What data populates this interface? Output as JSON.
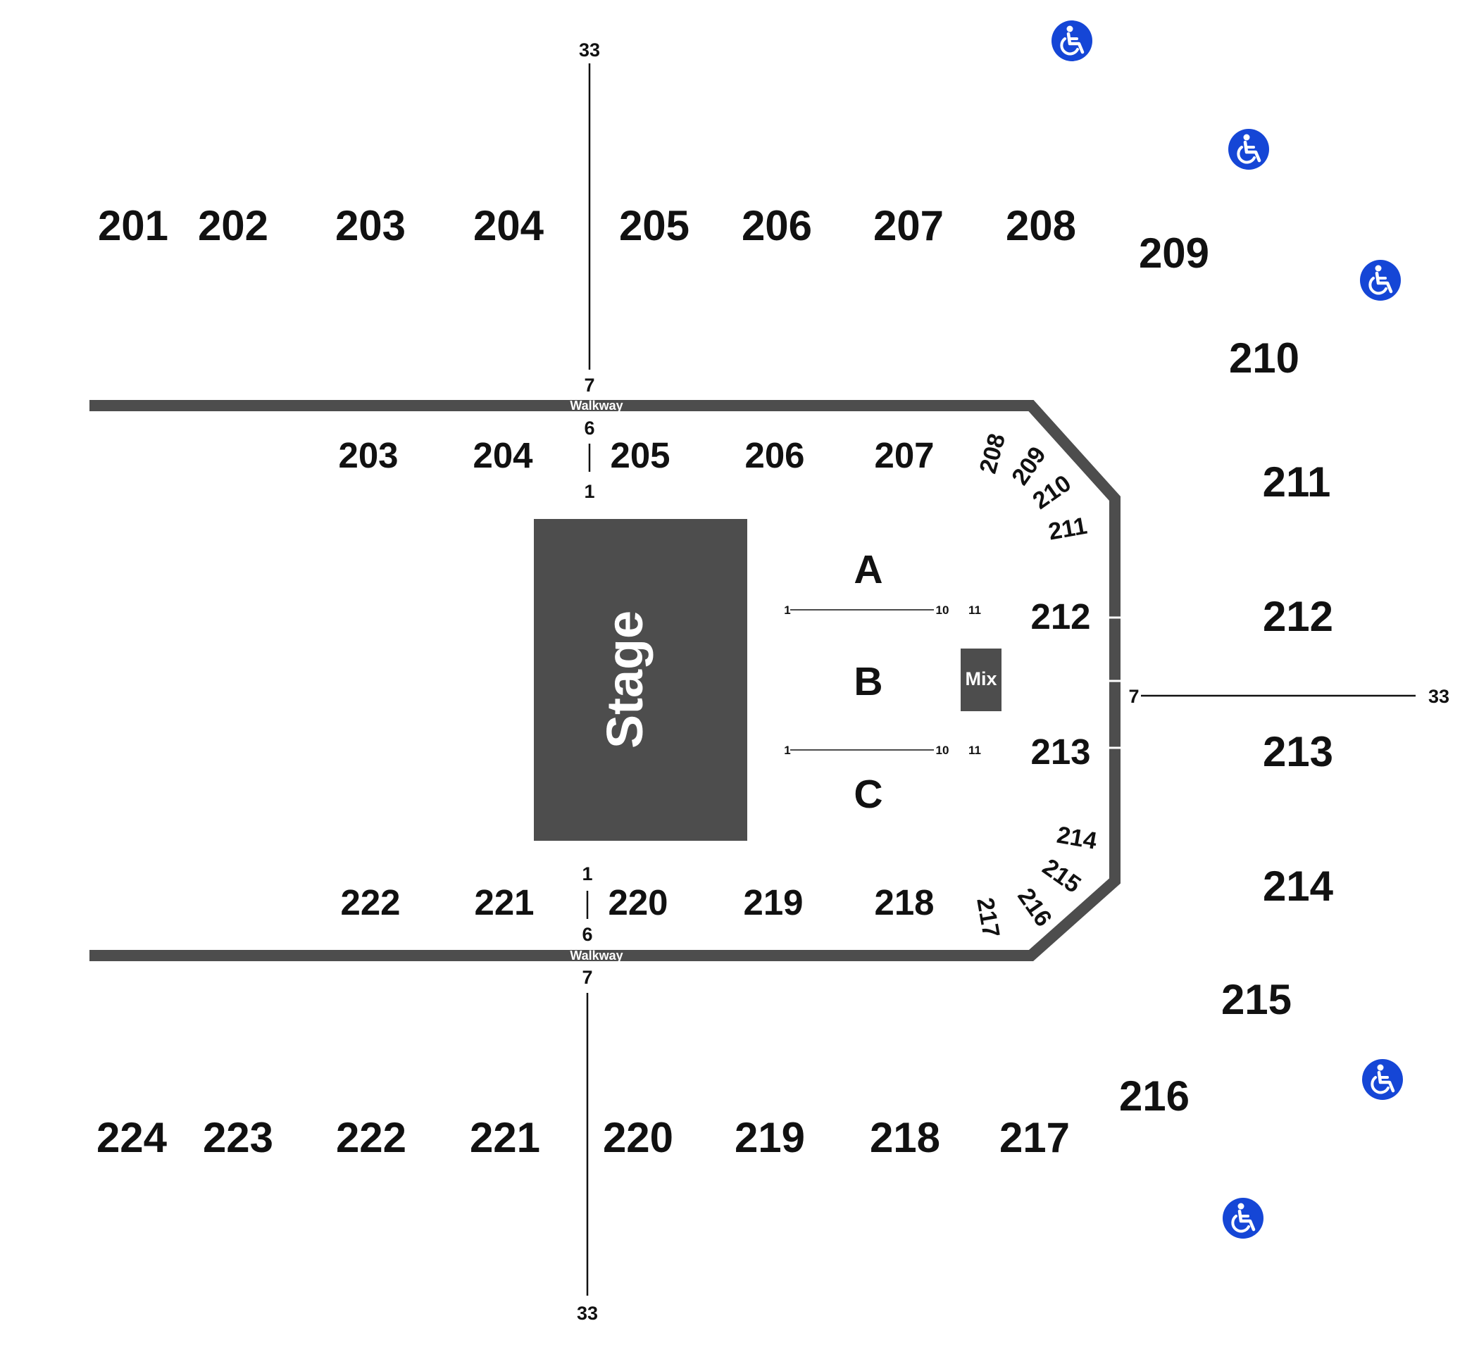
{
  "colors": {
    "wall": "#4d4d4d",
    "stage": "#4d4d4d",
    "accessible": "#1546d6",
    "text": "#111111"
  },
  "icons": {
    "accessible": "wheelchair-icon"
  },
  "stage": {
    "label": "Stage"
  },
  "mix": {
    "label": "Mix"
  },
  "walkway": {
    "top_label": "Walkway",
    "bottom_label": "Walkway"
  },
  "upper_sections": {
    "top": [
      "201",
      "202",
      "203",
      "204",
      "205",
      "206",
      "207",
      "208",
      "209",
      "210"
    ],
    "right": [
      "211",
      "212",
      "213",
      "214",
      "215",
      "216"
    ],
    "bottom": [
      "224",
      "223",
      "222",
      "221",
      "220",
      "219",
      "218",
      "217"
    ]
  },
  "lower_sections": {
    "top": [
      "203",
      "204",
      "205",
      "206",
      "207"
    ],
    "top_corner": [
      "208",
      "209",
      "210",
      "211"
    ],
    "right": [
      "212",
      "213"
    ],
    "bottom_corner": [
      "214",
      "215",
      "216",
      "217"
    ],
    "bottom": [
      "222",
      "221",
      "220",
      "219",
      "218"
    ]
  },
  "floor_zones": [
    "A",
    "B",
    "C"
  ],
  "row_labels": {
    "top_aisle": {
      "upper_end": "33",
      "upper_start": "7",
      "lower_end": "6",
      "lower_start": "1"
    },
    "bottom_aisle": {
      "lower_start": "1",
      "lower_end": "6",
      "upper_start": "7",
      "upper_end": "33"
    },
    "right_aisle": {
      "upper_start": "7",
      "upper_end": "33"
    },
    "floor_rows": {
      "first": "1",
      "last": "10",
      "next": "11"
    }
  }
}
